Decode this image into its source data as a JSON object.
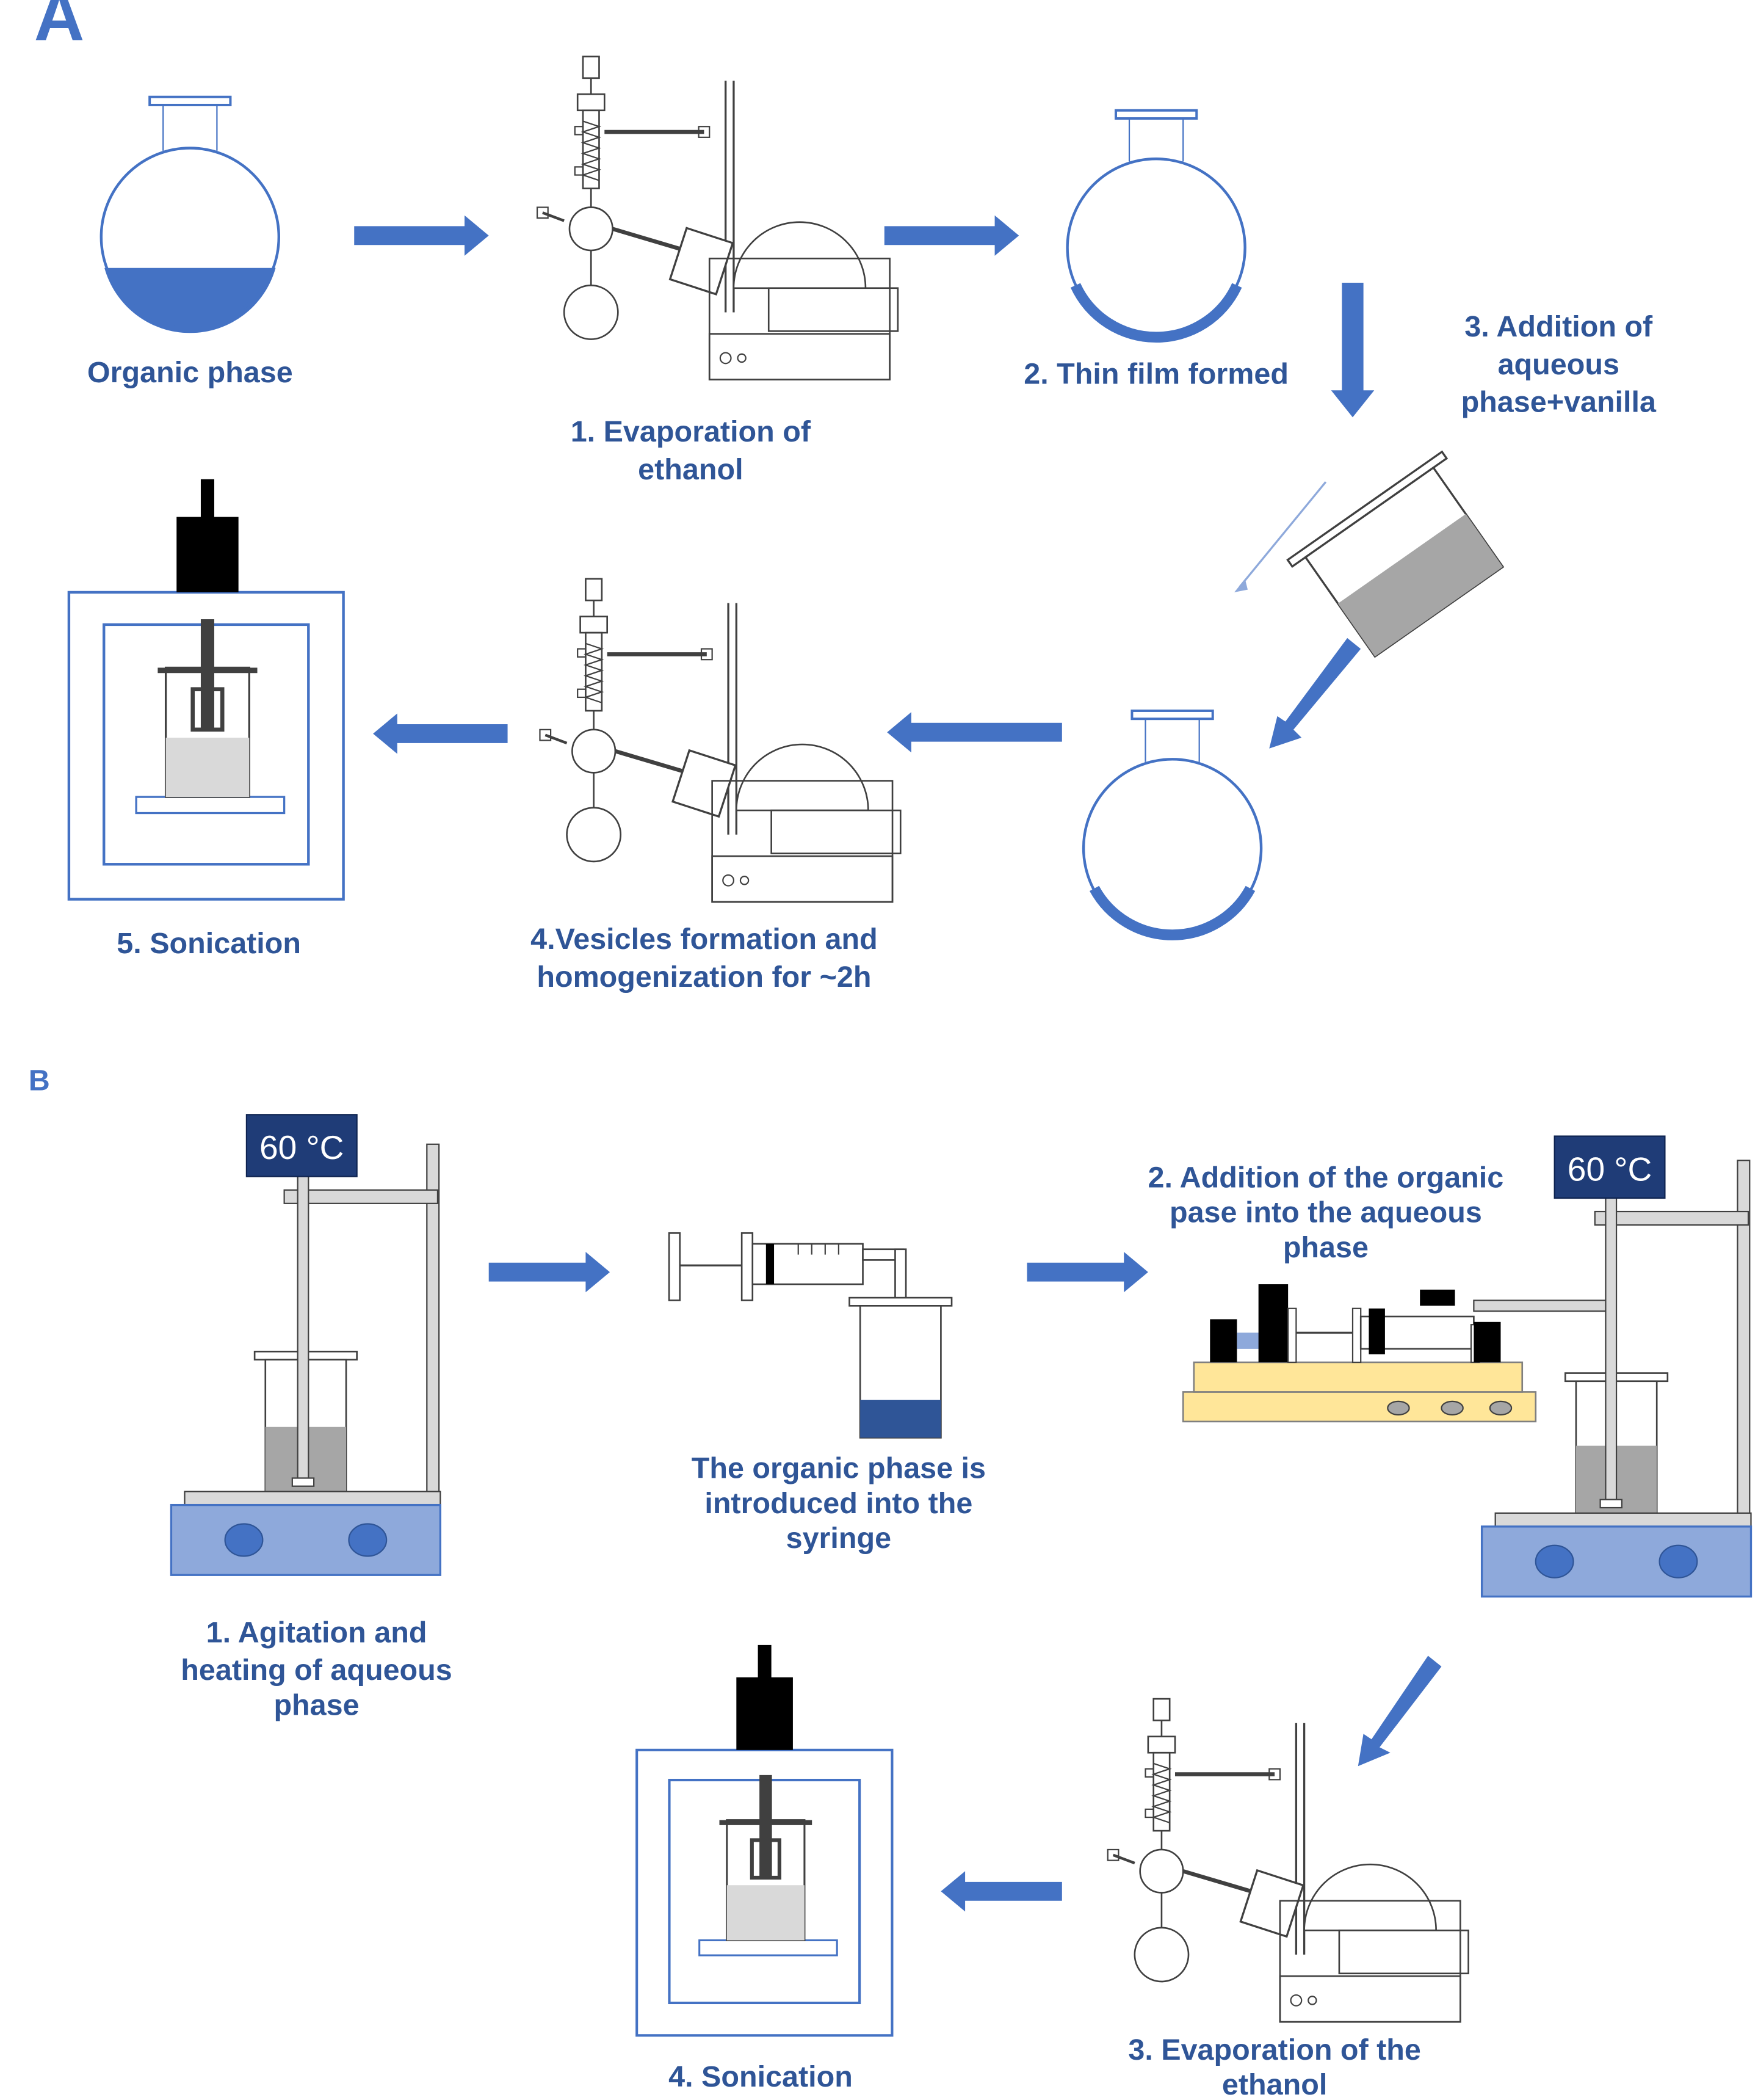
{
  "colors": {
    "accent": "#4472C4",
    "label": "#2F5597",
    "dark_blue": "#1F3C77",
    "liquid_gray": "#A6A6A6",
    "hotplate": "#8EA9DB",
    "syringe_pump": "#FFE699"
  },
  "panel_a": {
    "tag": "A",
    "organic_phase": "Organic phase",
    "step1": [
      "1. Evaporation of",
      "ethanol"
    ],
    "step2": "2. Thin film formed",
    "step3": [
      "3. Addition of",
      "aqueous",
      "phase+vanilla"
    ],
    "step4": [
      "4.Vesicles formation and",
      "homogenization for ~2h"
    ],
    "step5": "5. Sonication"
  },
  "panel_b": {
    "tag": "B",
    "temperature_1": "60 °C",
    "temperature_2": "60 °C",
    "step1": [
      "1. Agitation and",
      "heating of aqueous",
      "phase"
    ],
    "syringe_note": [
      "The organic phase is",
      "introduced into the",
      "syringe"
    ],
    "step2": [
      "2. Addition of the organic",
      "pase into the aqueous",
      "phase"
    ],
    "step3": [
      "3. Evaporation of the",
      "ethanol"
    ],
    "step4": "4. Sonication"
  },
  "icons": [
    "round-bottom-flask-icon",
    "rotary-evaporator-icon",
    "beaker-icon",
    "sonicator-icon",
    "hotplate-stirrer-icon",
    "syringe-icon",
    "syringe-pump-icon",
    "flow-arrow-icon"
  ]
}
